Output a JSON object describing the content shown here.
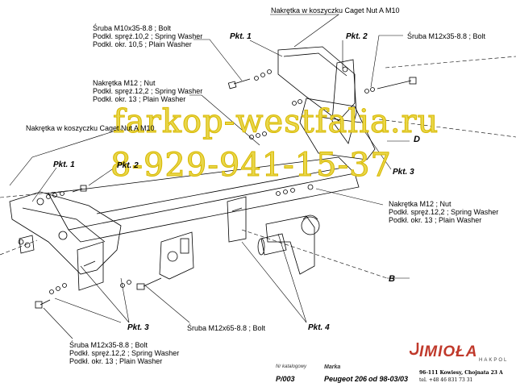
{
  "diagram": {
    "callouts": {
      "nut_top": "Nakrętka w koszyczku Caget Nut A M10",
      "bolt_top_left": [
        "Śruba M10x35-8.8 ;  Bolt",
        "Podkł. spręż.10,2 ; Spring Washer",
        "Podkł. okr. 10,5 ; Plain Washer"
      ],
      "nut_mid_left": [
        "Nakrętka  M12 ; Nut",
        "Podkł. spręż.12,2 ; Spring Washer",
        "Podkł. okr. 13 ; Plain Washer"
      ],
      "bolt_top_right": "Śruba M12x35-8.8 ;  Bolt",
      "nut_left": "Nakrętka w koszyczku Caget Nut A M10",
      "nut_right": [
        "Nakrętka  M12 ; Nut",
        "Podkł. spręż.12,2 ; Spring Washer",
        "Podkł. okr. 13 ; Plain Washer"
      ],
      "bolt_bottom_left": [
        "Śruba M12x35-8.8 ;  Bolt",
        "Podkł. spręż.12,2 ; Spring Washer",
        "Podkł. okr. 13 ; Plain Washer"
      ],
      "bolt_bottom_mid": "Śruba M12x65-8.8 ;  Bolt"
    },
    "points": {
      "pkt1_top": "Pkt. 1",
      "pkt2_top": "Pkt. 2",
      "pkt3_right": "Pkt. 3",
      "pkt1_left": "Pkt. 1",
      "pkt2_left": "Pkt. 2",
      "pkt3_bottom": "Pkt. 3",
      "pkt4_bottom": "Pkt. 4"
    },
    "letters": {
      "d": "D",
      "b": "B"
    }
  },
  "watermark": {
    "line1": "farkop-westfalia.ru",
    "line2": "8-929-941-15-37"
  },
  "title_block": {
    "catalog_label": "Nr katalogowy",
    "catalog_value": "P/003",
    "brand_label": "Marka",
    "model_value": "Peugeot 206",
    "year_value": "od  98-03/03"
  },
  "logo": {
    "name": "IMIOŁA",
    "sub": "HAKPOL",
    "address": "96-111 Kowiesy, Chojnata 23 A",
    "phone": "tel. +48 46 831 73 31"
  },
  "colors": {
    "line": "#000000",
    "watermark_fill": "#e8d64a",
    "logo_red": "#c0392b"
  }
}
